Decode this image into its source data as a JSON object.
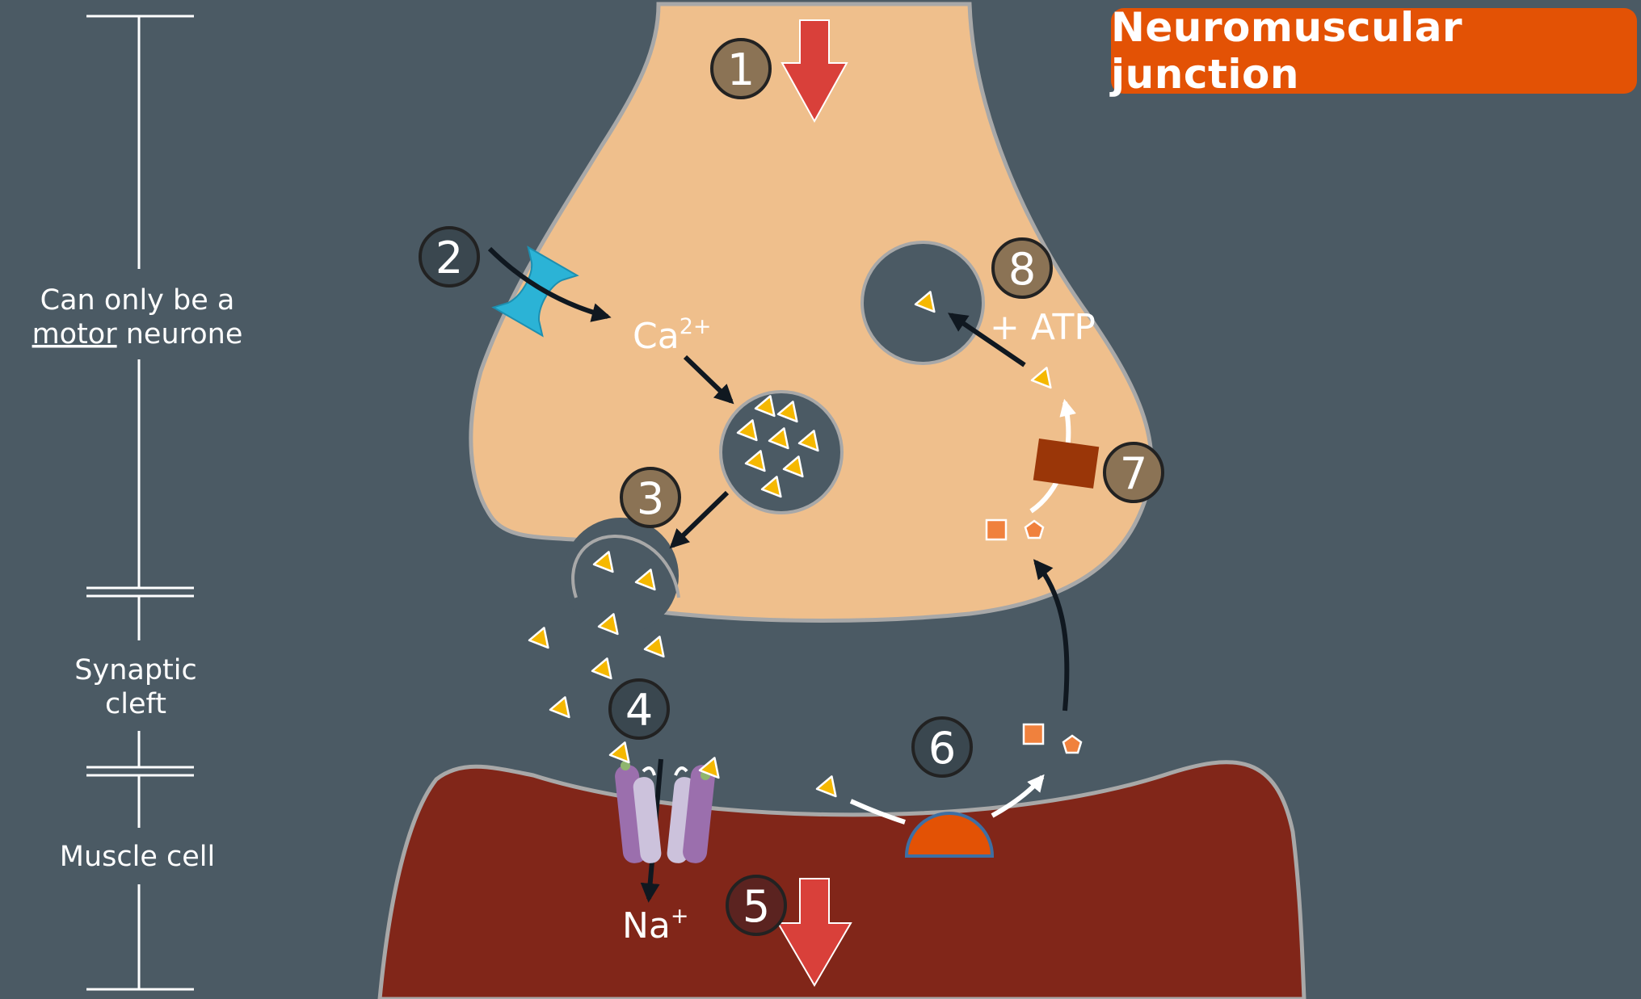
{
  "title": "Neuromuscular junction",
  "side_labels": {
    "neurone_line1": "Can only be a",
    "neurone_underlined": "motor",
    "neurone_rest": " neurone",
    "cleft_line1": "Synaptic",
    "cleft_line2": "cleft",
    "muscle": "Muscle cell"
  },
  "ions": {
    "calcium": "Ca",
    "calcium_charge": "2+",
    "sodium": "Na",
    "sodium_charge": "+"
  },
  "atp_label": "+ ATP",
  "steps": [
    "1",
    "2",
    "3",
    "4",
    "5",
    "6",
    "7",
    "8"
  ],
  "colors": {
    "background": "#4b5a64",
    "neurone_terminal": "#efbf8c",
    "muscle_cell": "#812619",
    "membrane_outline": "#a8a8a8",
    "title_box": "#e35205",
    "action_potential_arrow": "#d9403a",
    "calcium_channel": "#2bb3d6",
    "neurotransmitter": "#f5b800",
    "receptor": "#9b6fad",
    "enzyme": "#e35205",
    "transporter": "#9a3608",
    "breakdown_product": "#f0813d"
  }
}
